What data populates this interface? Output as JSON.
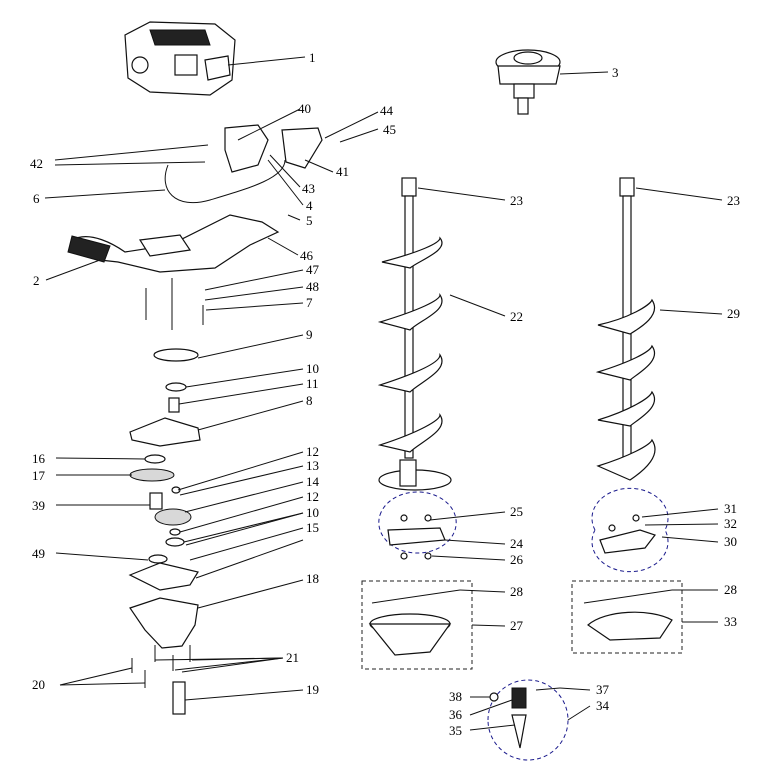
{
  "labels": {
    "p1": "1",
    "p2": "2",
    "p3": "3",
    "p4": "4",
    "p5": "5",
    "p6": "6",
    "p7": "7",
    "p8": "8",
    "p9": "9",
    "p10a": "10",
    "p10b": "10",
    "p11": "11",
    "p12a": "12",
    "p12b": "12",
    "p13": "13",
    "p14": "14",
    "p15": "15",
    "p16": "16",
    "p17": "17",
    "p18": "18",
    "p19": "19",
    "p20": "20",
    "p21": "21",
    "p22": "22",
    "p23a": "23",
    "p23b": "23",
    "p24": "24",
    "p25": "25",
    "p26": "26",
    "p27": "27",
    "p28a": "28",
    "p28b": "28",
    "p29": "29",
    "p30": "30",
    "p31": "31",
    "p32": "32",
    "p33": "33",
    "p34": "34",
    "p35": "35",
    "p36": "36",
    "p37": "37",
    "p38": "38",
    "p39": "39",
    "p40": "40",
    "p41": "41",
    "p42": "42",
    "p43": "43",
    "p44": "44",
    "p45": "45",
    "p46": "46",
    "p47": "47",
    "p48": "48",
    "p49": "49"
  },
  "colors": {
    "line": "#111111",
    "detail_circle": "#1a1a8c",
    "background": "#ffffff"
  }
}
